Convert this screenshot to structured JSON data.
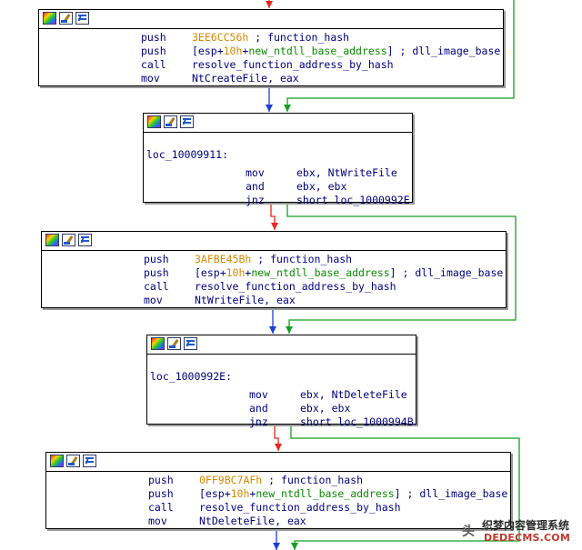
{
  "colors": {
    "red_arrow": "#e8261c",
    "blue_arrow": "#1d3fd6",
    "green_arrow": "#13a022",
    "code_text": "#000080",
    "immediate": "#d38a00",
    "global_var": "#0a8a00"
  },
  "header_icons": [
    "graph-color-icon",
    "edit-pencil-icon",
    "comment-flow-icon"
  ],
  "blocks": [
    {
      "id": "b1",
      "lines": [
        {
          "mnemonic": "push",
          "operand": [
            {
              "t": "3EE6CC56h",
              "c": "num"
            },
            {
              "t": " ; function_hash",
              "c": ""
            }
          ]
        },
        {
          "mnemonic": "push",
          "operand": [
            {
              "t": "[esp+",
              "c": ""
            },
            {
              "t": "10h",
              "c": "num"
            },
            {
              "t": "+",
              "c": ""
            },
            {
              "t": "new_ntdll_base_address",
              "c": "grn"
            },
            {
              "t": "] ; dll_image_base",
              "c": ""
            }
          ]
        },
        {
          "mnemonic": "call",
          "operand": [
            {
              "t": "resolve_function_address_by_hash",
              "c": ""
            }
          ]
        },
        {
          "mnemonic": "mov",
          "operand": [
            {
              "t": "NtCreateFile",
              "c": ""
            },
            {
              "t": ", eax",
              "c": ""
            }
          ]
        }
      ]
    },
    {
      "id": "b2",
      "label": "loc_10009911:",
      "lines": [
        {
          "mnemonic": "mov",
          "operand": [
            {
              "t": "ebx, NtWriteFile",
              "c": ""
            }
          ]
        },
        {
          "mnemonic": "and",
          "operand": [
            {
              "t": "ebx, ebx",
              "c": ""
            }
          ]
        },
        {
          "mnemonic": "jnz",
          "operand": [
            {
              "t": "short loc_1000992E",
              "c": ""
            }
          ]
        }
      ]
    },
    {
      "id": "b3",
      "lines": [
        {
          "mnemonic": "push",
          "operand": [
            {
              "t": "3AFBE45Bh",
              "c": "num"
            },
            {
              "t": " ; function_hash",
              "c": ""
            }
          ]
        },
        {
          "mnemonic": "push",
          "operand": [
            {
              "t": "[esp+",
              "c": ""
            },
            {
              "t": "10h",
              "c": "num"
            },
            {
              "t": "+",
              "c": ""
            },
            {
              "t": "new_ntdll_base_address",
              "c": "grn"
            },
            {
              "t": "] ; dll_image_base",
              "c": ""
            }
          ]
        },
        {
          "mnemonic": "call",
          "operand": [
            {
              "t": "resolve_function_address_by_hash",
              "c": ""
            }
          ]
        },
        {
          "mnemonic": "mov",
          "operand": [
            {
              "t": "NtWriteFile",
              "c": ""
            },
            {
              "t": ", eax",
              "c": ""
            }
          ]
        }
      ]
    },
    {
      "id": "b4",
      "label": "loc_1000992E:",
      "lines": [
        {
          "mnemonic": "mov",
          "operand": [
            {
              "t": "ebx, NtDeleteFile",
              "c": ""
            }
          ]
        },
        {
          "mnemonic": "and",
          "operand": [
            {
              "t": "ebx, ebx",
              "c": ""
            }
          ]
        },
        {
          "mnemonic": "jnz",
          "operand": [
            {
              "t": "short loc_1000994B",
              "c": ""
            }
          ]
        }
      ]
    },
    {
      "id": "b5",
      "lines": [
        {
          "mnemonic": "push",
          "operand": [
            {
              "t": "0FF9BC7AFh",
              "c": "num"
            },
            {
              "t": " ; function_hash",
              "c": ""
            }
          ]
        },
        {
          "mnemonic": "push",
          "operand": [
            {
              "t": "[esp+",
              "c": ""
            },
            {
              "t": "10h",
              "c": "num"
            },
            {
              "t": "+",
              "c": ""
            },
            {
              "t": "new_ntdll_base_address",
              "c": "grn"
            },
            {
              "t": "] ; dll_image_base",
              "c": ""
            }
          ]
        },
        {
          "mnemonic": "call",
          "operand": [
            {
              "t": "resolve_function_address_by_hash",
              "c": ""
            }
          ]
        },
        {
          "mnemonic": "mov",
          "operand": [
            {
              "t": "NtDeleteFile",
              "c": ""
            },
            {
              "t": ", eax",
              "c": ""
            }
          ]
        }
      ]
    }
  ],
  "watermark": {
    "glyph": "头",
    "title": "织梦内容管理系统",
    "domain": "DEDECMS.COM"
  }
}
